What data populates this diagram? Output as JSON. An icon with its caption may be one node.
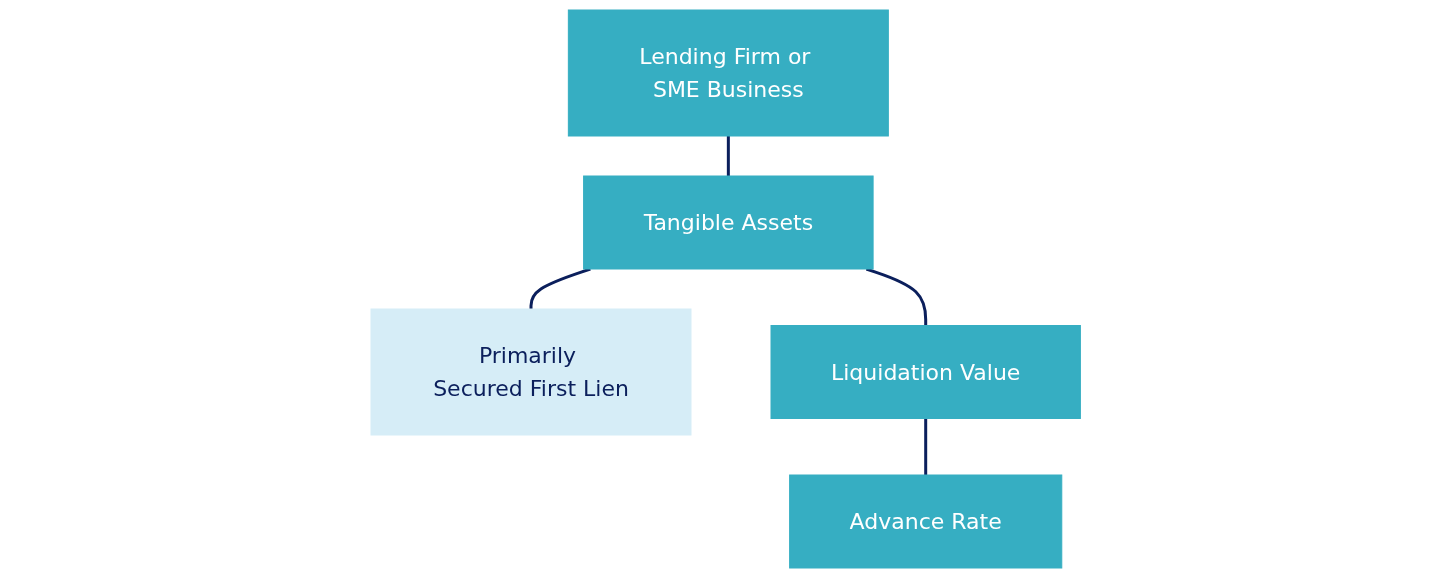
{
  "diagram": {
    "nodes": [
      {
        "text": [
          "Lending Firm or SME Business"
        ]
      },
      {
        "text": [
          "Tangible Assets"
        ]
      },
      {
        "text": [
          "Primarily Secured First Lien"
        ]
      },
      {
        "text": [
          "Liquidation Value"
        ]
      },
      {
        "text": [
          "Advance Rate"
        ]
      }
    ],
    "edges": [
      {
        "from": 0,
        "to": 1,
        "arrow": "none"
      },
      {
        "from": 1,
        "to": 2,
        "arrow": "none"
      },
      {
        "from": 1,
        "to": 3,
        "arrow": "none"
      },
      {
        "from": 3,
        "to": 4,
        "arrow": "none"
      }
    ]
  }
}
